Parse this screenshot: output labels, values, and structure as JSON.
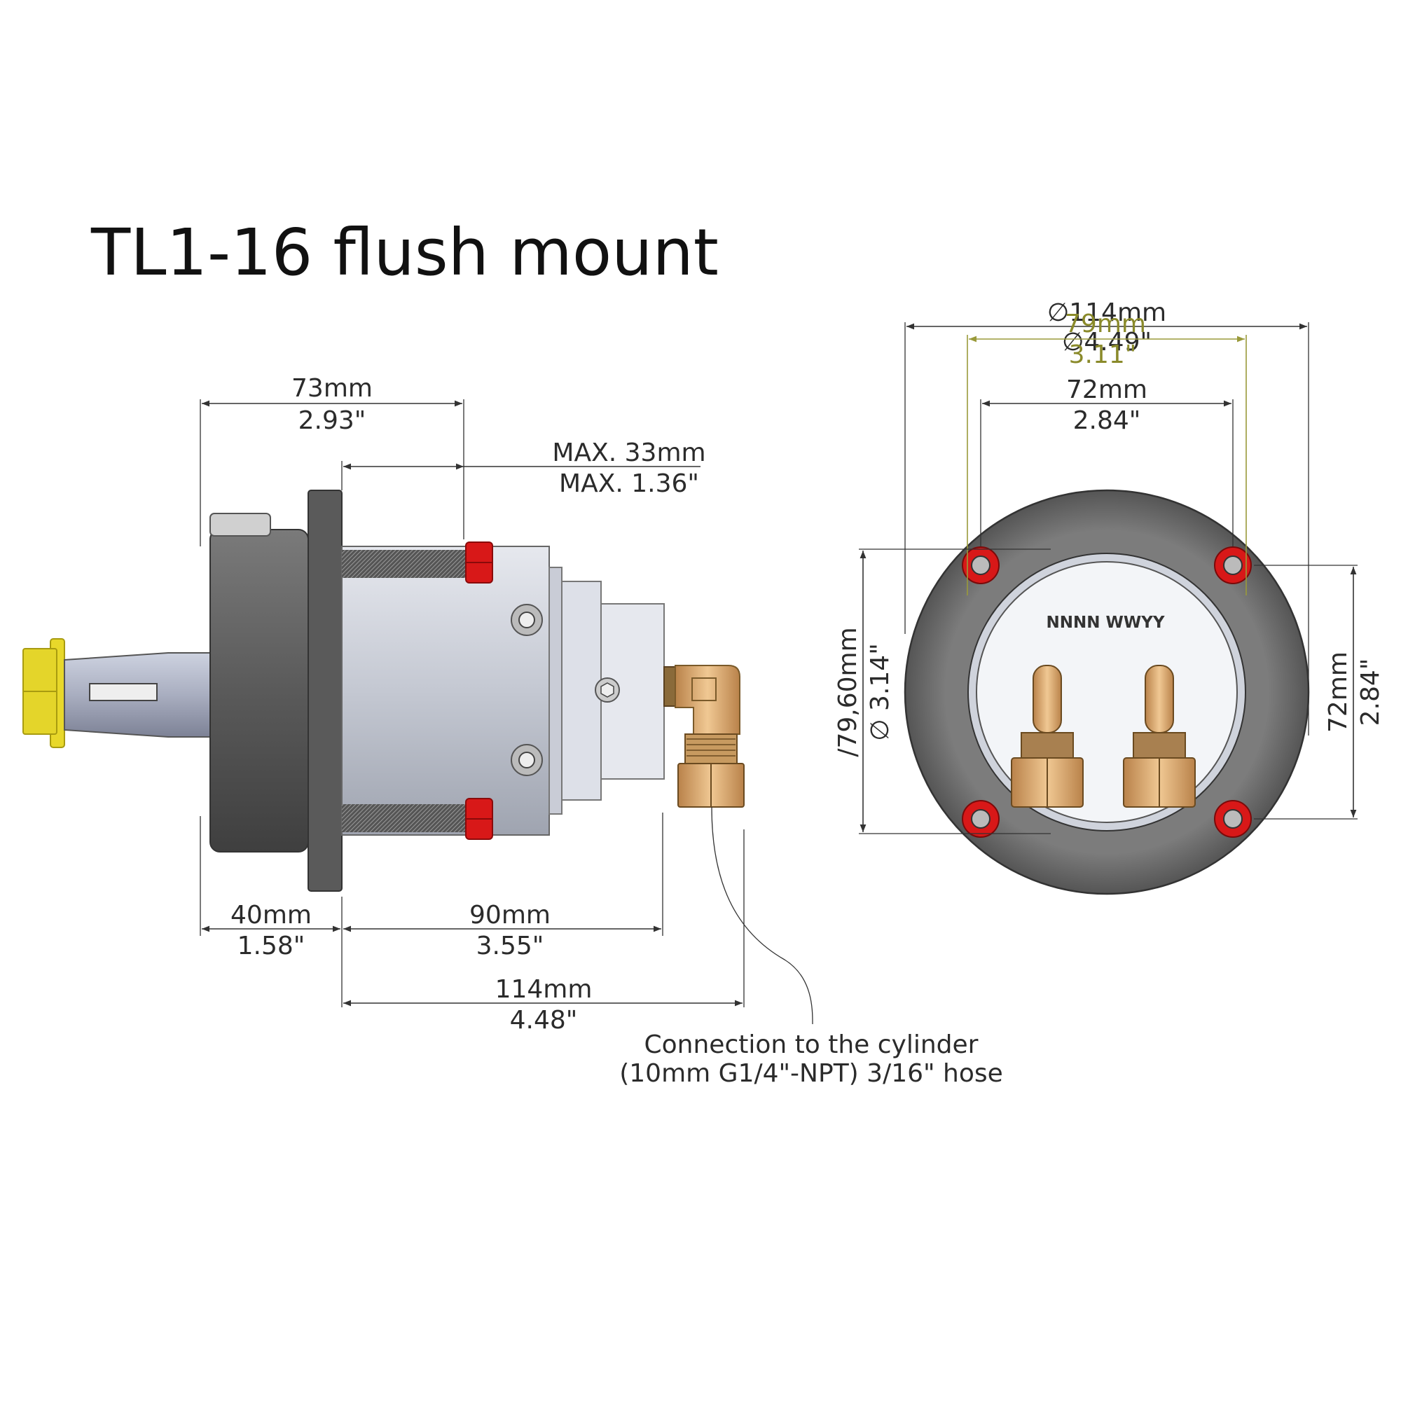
{
  "title": "TL1-16 flush mount",
  "side_view": {
    "dims": {
      "overall_len": {
        "mm": "73mm",
        "in": "2.93\""
      },
      "max_panel": {
        "mm": "MAX. 33mm",
        "in": "MAX. 1.36\""
      },
      "front_len": {
        "mm": "40mm",
        "in": "1.58\""
      },
      "body_len": {
        "mm": "90mm",
        "in": "3.55\""
      },
      "rear_len": {
        "mm": "114mm",
        "in": "4.48\""
      }
    },
    "connection_note": {
      "line1": "Connection to the cylinder",
      "line2": "(10mm G1/4\"-NPT) 3/16\" hose"
    }
  },
  "front_view": {
    "serial_text": "NNNN WWYY",
    "dims": {
      "outer_dia": {
        "mm": "∅114mm",
        "in": "∅4.49\""
      },
      "cutout_dia": {
        "mm": "79mm",
        "in": "3.11\""
      },
      "bolt_spacing_h": {
        "mm": "72mm",
        "in": "2.84\""
      },
      "cutout_left": {
        "mm": "∕79,60mm",
        "in": "∅ 3.14\""
      },
      "bolt_spacing_v": {
        "mm": "72mm",
        "in": "2.84\""
      }
    }
  },
  "colors": {
    "housing_dark": "#555555",
    "body_silver": "#c8ccd4",
    "red_nut": "#d81818",
    "brass": "#d6a56a",
    "yellow_nut": "#e8d82a"
  }
}
